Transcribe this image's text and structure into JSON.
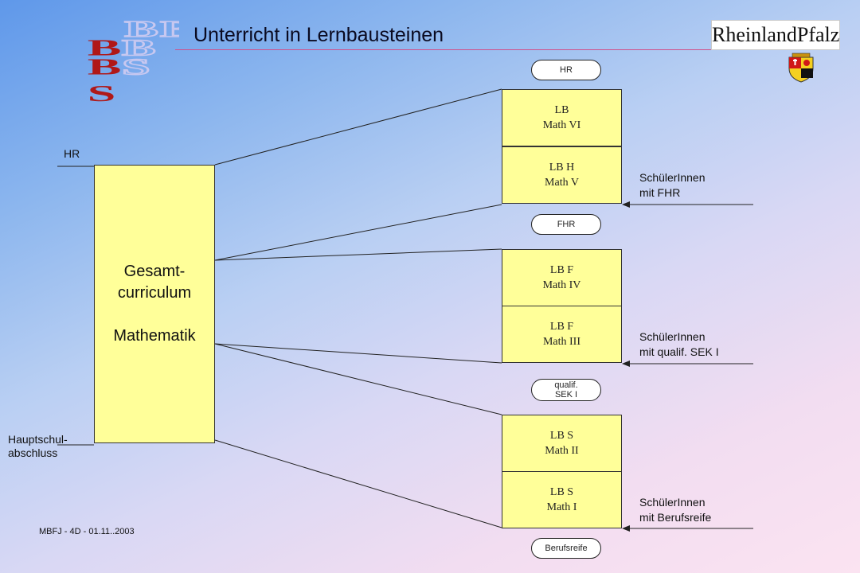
{
  "slide": {
    "title": "Unterricht in Lernbausteinen",
    "watermark": "BBS",
    "logo_text": "RheinlandPfalz",
    "footer": "MBFJ - 4D - 01.11..2003",
    "left_top_label": "HR",
    "left_bottom_label": [
      "Hauptschul-",
      "abschluss"
    ],
    "main_box": {
      "line1": "Gesamt-",
      "line2": "curriculum",
      "line3": "Mathematik"
    },
    "pills": {
      "hr": "HR",
      "fhr": "FHR",
      "sek": [
        "qualif.",
        "SEK I"
      ],
      "berufsreife": "Berufsreife"
    },
    "lb_boxes": [
      {
        "title": "LB",
        "sub": "Math VI"
      },
      {
        "title": "LB H",
        "sub": "Math V"
      },
      {
        "title": "LB F",
        "sub": "Math IV"
      },
      {
        "title": "LB F",
        "sub": "Math III"
      },
      {
        "title": "LB S",
        "sub": "Math II"
      },
      {
        "title": "LB S",
        "sub": "Math I"
      }
    ],
    "students": [
      [
        "SchülerInnen",
        "mit FHR"
      ],
      [
        "SchülerInnen",
        "mit qualif. SEK I"
      ],
      [
        "SchülerInnen",
        "mit Berufsreife"
      ]
    ],
    "colors": {
      "box_fill": "#ffff99",
      "title_rule": "#d0508a",
      "bbs_red": "#b01818",
      "bbs_outline": "#c8c8f0"
    }
  }
}
